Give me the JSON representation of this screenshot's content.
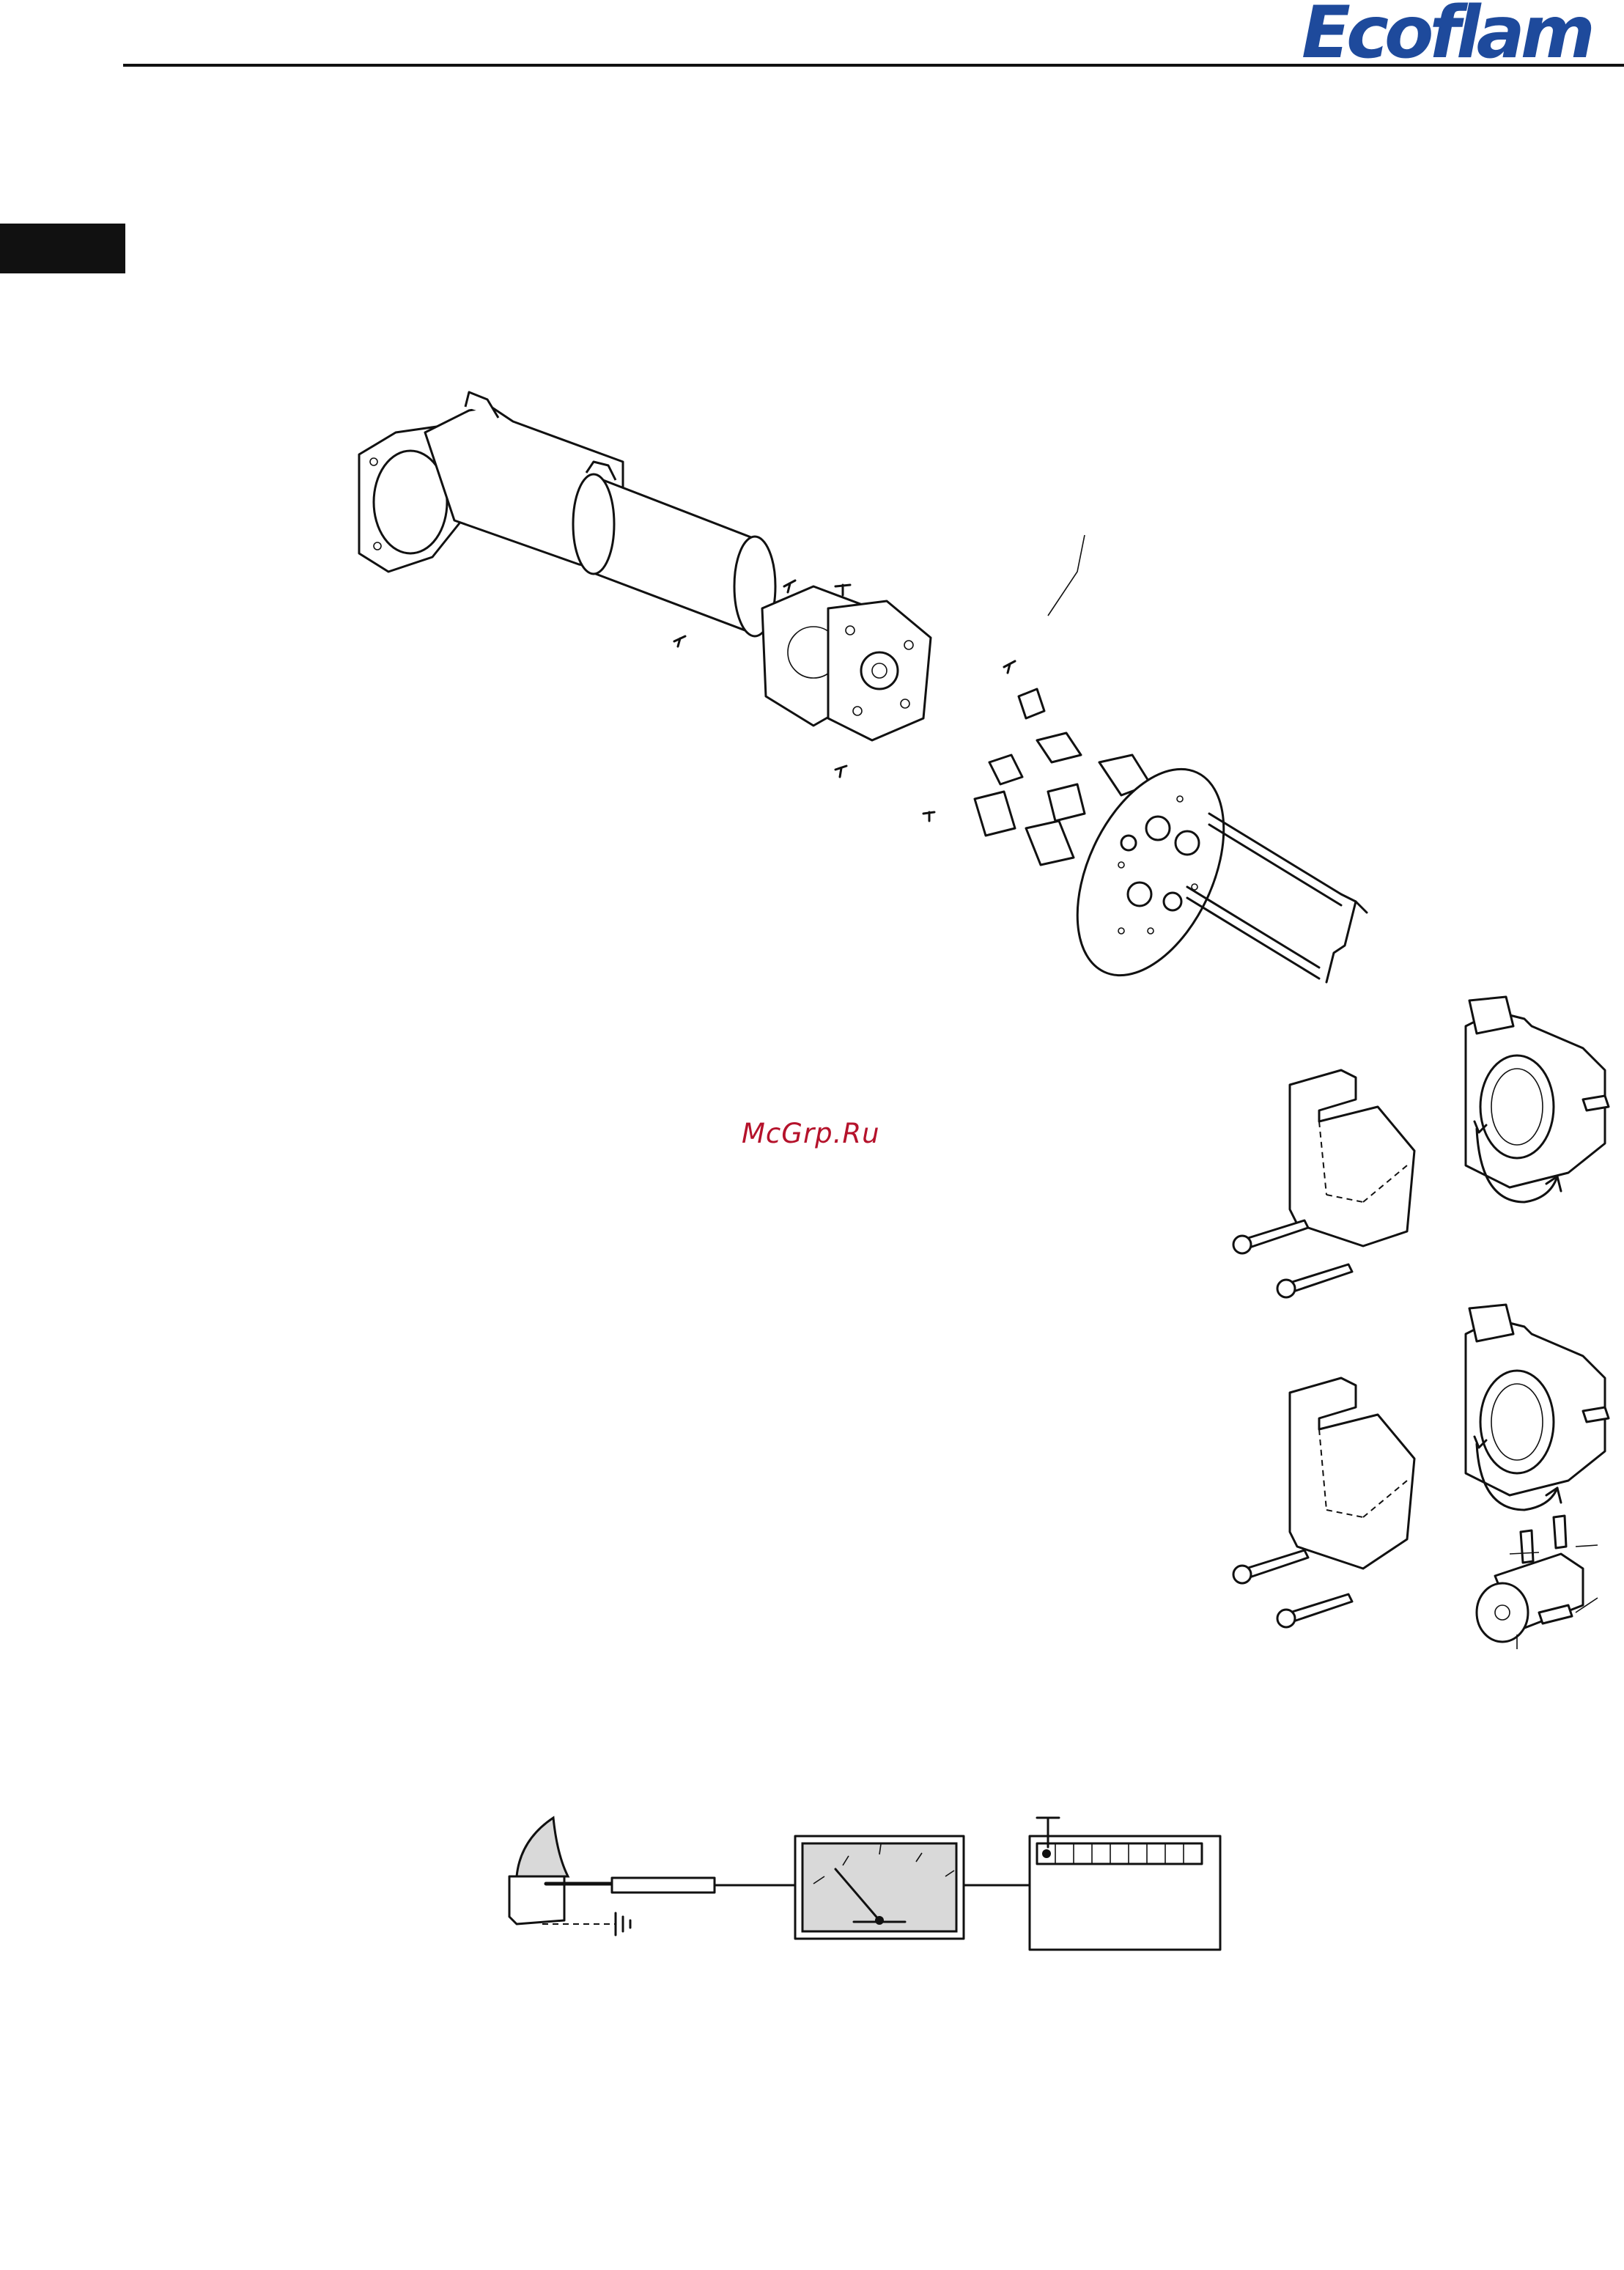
{
  "header": {
    "logo_text": "Ecoflam",
    "brand_color": "#1e4a9c"
  },
  "watermark": {
    "text": "McGrp.Ru",
    "color": "#b5122b"
  },
  "figures": {
    "exploded_burner_head": "burner-head-exploded-view",
    "pump_cover_rotation_top": "pump-cover-rotation",
    "pump_cover_rotation_bottom": "pump-cover-rotation-with-valve",
    "flame_current_measurement": "ionisation-current-measurement"
  }
}
